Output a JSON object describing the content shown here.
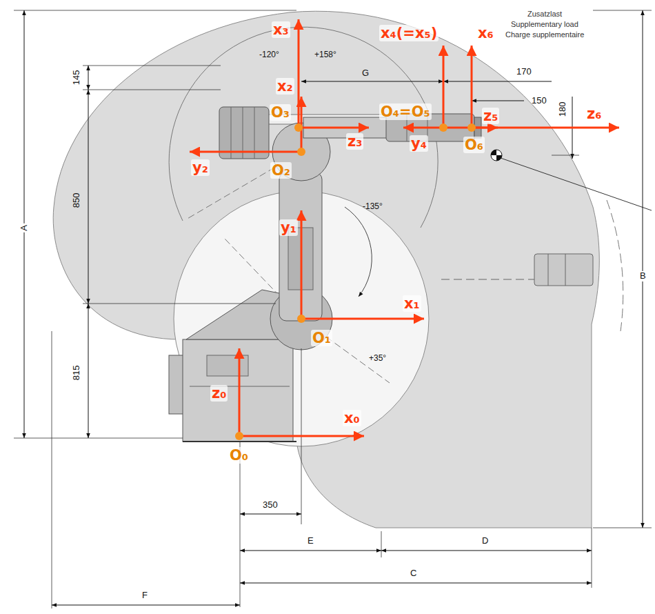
{
  "diagram": {
    "labels": [
      "Zusatzlast",
      "Supplementary load",
      "Charge supplementaire",
      "x₃",
      "-120°",
      "+158°",
      "x₄(=x₅)",
      "x₆",
      "145",
      "G",
      "170",
      "150",
      "180",
      "x₂",
      "O₃",
      "O₄=O₅",
      "z₅",
      "z₆",
      "z₃",
      "y₂",
      "O₂",
      "y₄",
      "O₆",
      "-135°",
      "850",
      "A",
      "y₁",
      "x₁",
      "B",
      "O₁",
      "+35°",
      "z₀",
      "815",
      "x₀",
      "O₀",
      "350",
      "E",
      "D",
      "F",
      "C"
    ]
  }
}
